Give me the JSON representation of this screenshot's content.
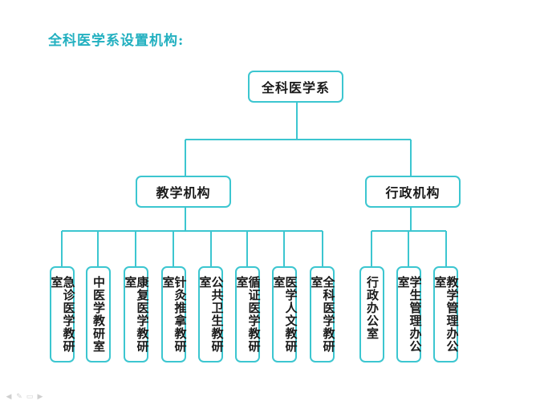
{
  "page_title": "全科医学系设置机构:",
  "root": {
    "label": "全科医学系"
  },
  "branches": [
    {
      "label": "教学机构",
      "children": [
        "急诊医学教研室",
        "中医学教研室",
        "康复医学教研室",
        "针灸推拿教研室",
        "公共卫生教研室",
        "循证医学教研室",
        "医学人文教研室",
        "全科医学教研室"
      ]
    },
    {
      "label": "行政机构",
      "children": [
        "行政办公室",
        "学生管理办公室",
        "教学管理办公室"
      ]
    }
  ],
  "colors": {
    "accent": "#3cc6d0",
    "title": "#22b0c0",
    "text": "#1a1a1a"
  },
  "slide_controls": [
    "prev-icon",
    "pen-icon",
    "menu-icon",
    "next-icon"
  ]
}
